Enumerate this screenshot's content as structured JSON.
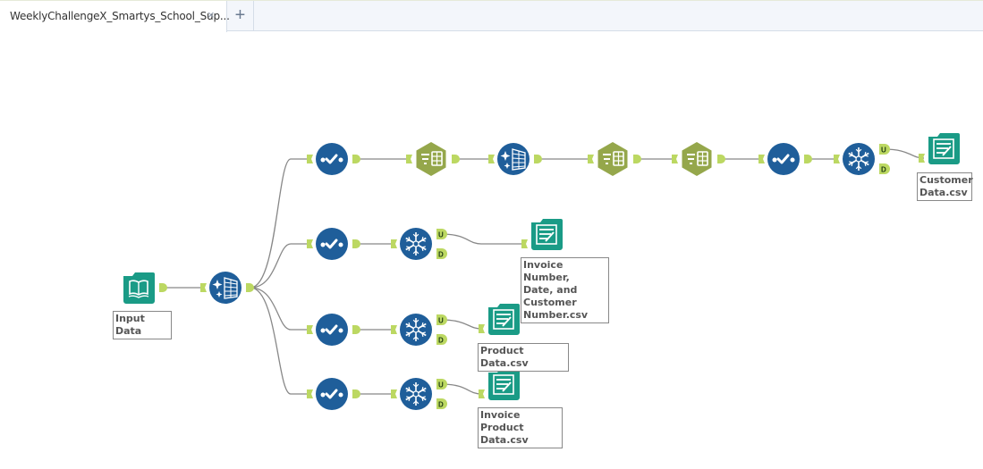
{
  "tabs": [
    {
      "label": "WeeklyChallengeX_Smartys_School_Sup...",
      "close_icon": "×"
    }
  ],
  "add_tab_label": "+",
  "colors": {
    "blue_tool": "#1f5e9a",
    "green_filter": "#95a74b",
    "teal_io": "#1a9b86",
    "anchor": "#bcd862",
    "wire": "#888888"
  },
  "tools": [
    {
      "id": "input",
      "type": "input-data",
      "icon": "book-icon",
      "label": "Input Data"
    },
    {
      "id": "text-to-columns",
      "type": "text-to-columns",
      "icon": "sparkle-table-icon"
    },
    {
      "id": "select-1",
      "type": "select",
      "icon": "checkmark-icon"
    },
    {
      "id": "sort-1",
      "type": "sort",
      "icon": "filter-table-icon"
    },
    {
      "id": "text-to-columns-2",
      "type": "text-to-columns",
      "icon": "sparkle-table-icon"
    },
    {
      "id": "sort-2",
      "type": "sort",
      "icon": "filter-table-icon"
    },
    {
      "id": "sort-3",
      "type": "sort",
      "icon": "filter-table-icon"
    },
    {
      "id": "select-5",
      "type": "select",
      "icon": "checkmark-icon"
    },
    {
      "id": "unique-1",
      "type": "unique",
      "icon": "snowflake-icon"
    },
    {
      "id": "output-customer",
      "type": "output-data",
      "icon": "document-pen-icon",
      "label": "Customer Data.csv"
    },
    {
      "id": "select-2",
      "type": "select",
      "icon": "checkmark-icon"
    },
    {
      "id": "unique-2",
      "type": "unique",
      "icon": "snowflake-icon"
    },
    {
      "id": "output-invoice",
      "type": "output-data",
      "icon": "document-pen-icon",
      "label": "Invoice Number, Date, and Customer Number.csv"
    },
    {
      "id": "select-3",
      "type": "select",
      "icon": "checkmark-icon"
    },
    {
      "id": "unique-3",
      "type": "unique",
      "icon": "snowflake-icon"
    },
    {
      "id": "output-product",
      "type": "output-data",
      "icon": "document-pen-icon",
      "label": "Product Data.csv"
    },
    {
      "id": "select-4",
      "type": "select",
      "icon": "checkmark-icon"
    },
    {
      "id": "unique-4",
      "type": "unique",
      "icon": "snowflake-icon"
    },
    {
      "id": "output-invoice-product",
      "type": "output-data",
      "icon": "document-pen-icon",
      "label": "Invoice Product Data.csv"
    }
  ],
  "anchor_labels": {
    "unique": "U",
    "duplicate": "D"
  },
  "label_lines": {
    "input": [
      "Input Data"
    ],
    "customer": [
      "Customer",
      "Data.csv"
    ],
    "invoice": [
      "Invoice Number,",
      "Date, and",
      "Customer",
      "Number.csv"
    ],
    "product": [
      "Product Data.csv"
    ],
    "invoice_product": [
      "Invoice Product",
      "Data.csv"
    ]
  }
}
